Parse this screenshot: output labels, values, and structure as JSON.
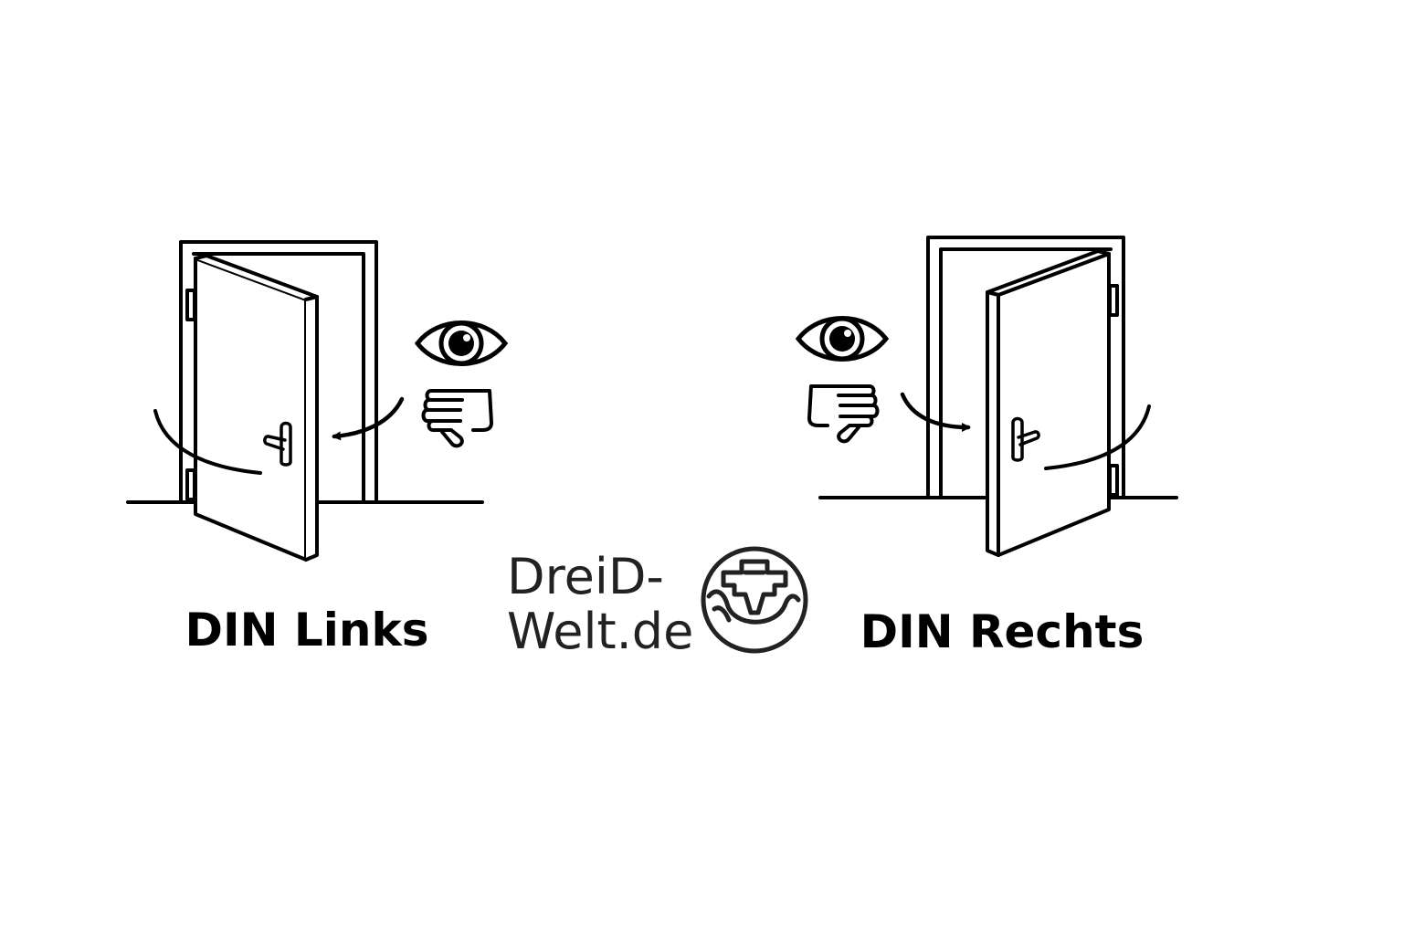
{
  "diagram": {
    "left": {
      "caption": "DIN Links",
      "hinge_side": "left",
      "icons": [
        "eye-icon",
        "hand-icon",
        "swing-arrow-icon"
      ]
    },
    "right": {
      "caption": "DIN Rechts",
      "hinge_side": "right",
      "icons": [
        "eye-icon",
        "hand-icon",
        "swing-arrow-icon"
      ]
    }
  },
  "logo": {
    "line1": "DreiD-",
    "line2": "Welt.de",
    "icon": "3d-printer-nozzle-logo-icon"
  },
  "colors": {
    "ink": "#000000",
    "logo": "#222222",
    "background": "#ffffff"
  }
}
